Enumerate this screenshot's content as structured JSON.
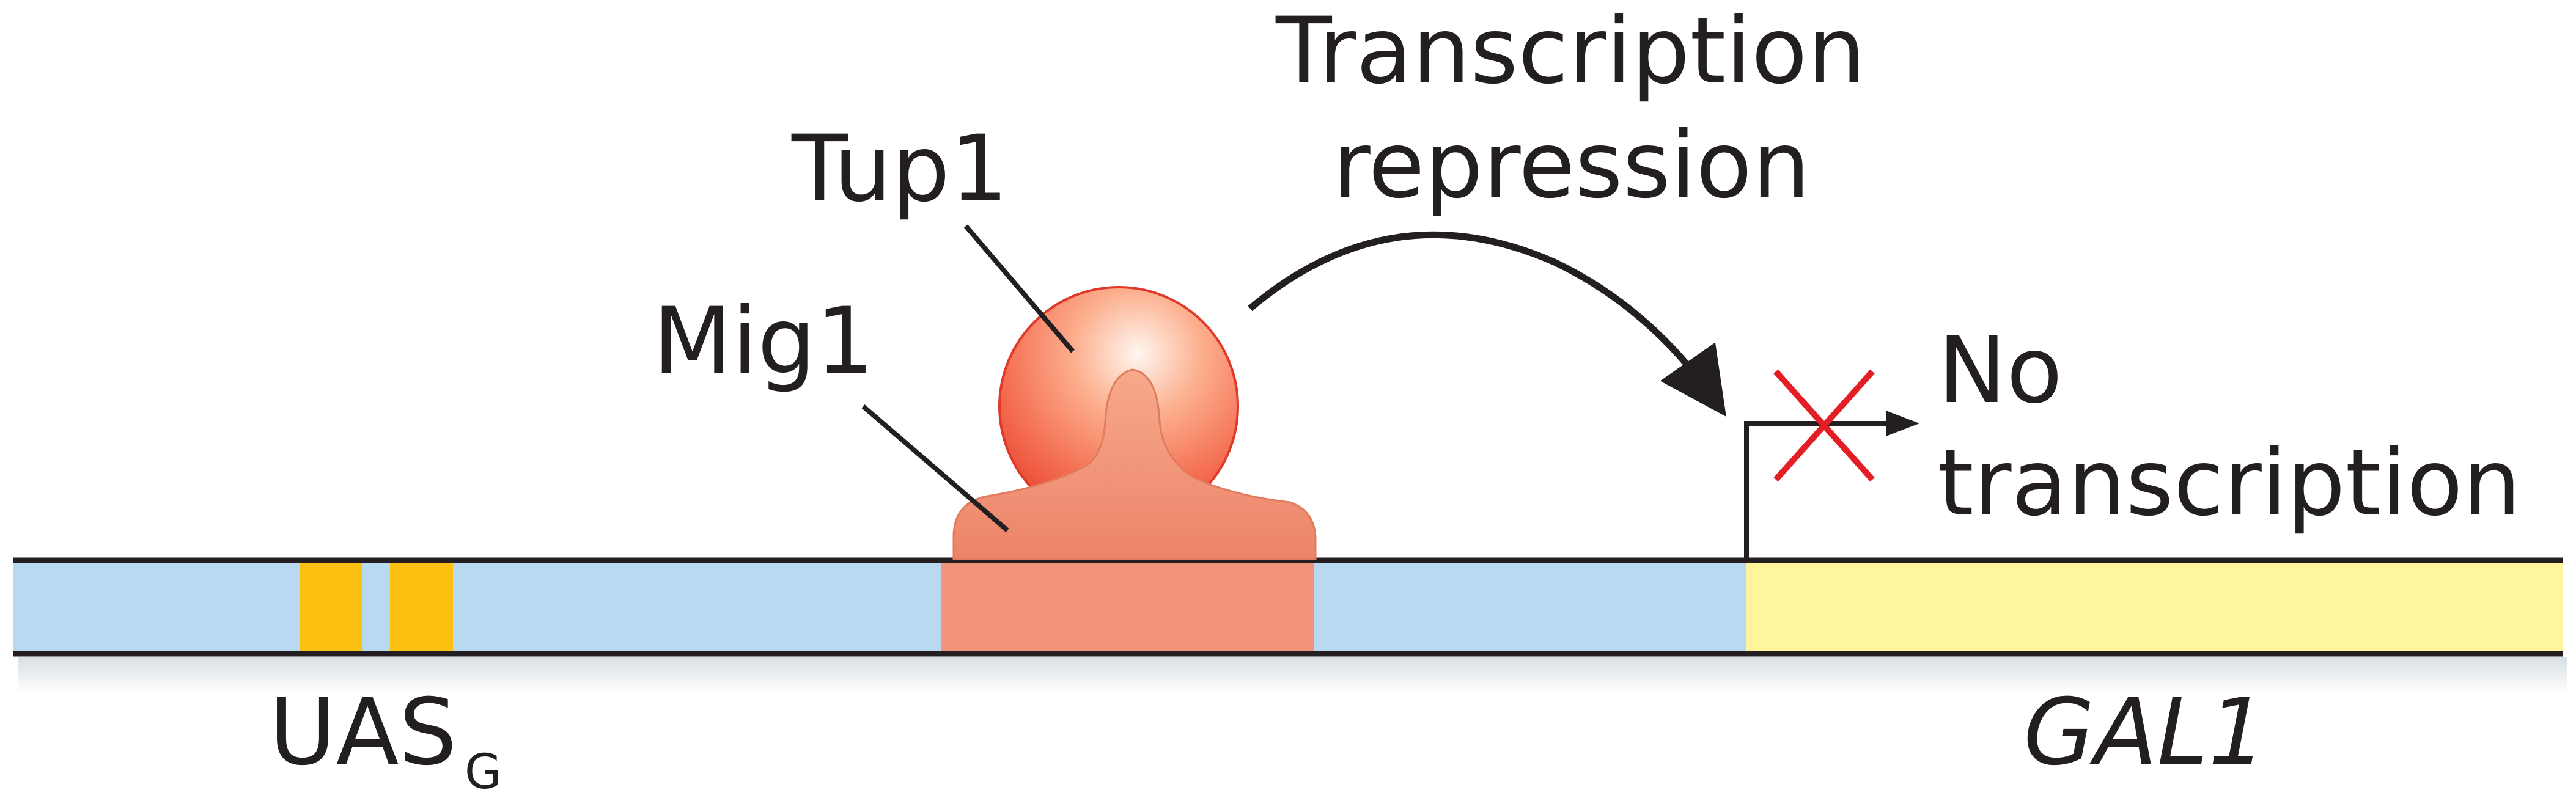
{
  "labels": {
    "transcription_line1": "Transcription",
    "transcription_line2": "repression",
    "tup1": "Tup1",
    "mig1": "Mig1",
    "no_line1": "No",
    "no_line2": "transcription",
    "uas_main": "UAS",
    "uas_sub": "G",
    "gene": "GAL1"
  },
  "colors": {
    "dna_blue": "#b8d9f0",
    "dna_yellow": "#fff59d",
    "uas_boxes": "#fbc010",
    "mig1_site": "#f29478",
    "mig1_protein": "#ef8a6f",
    "tup1_sphere": "#f05a45",
    "block_mark": "#e31e24",
    "line": "#231f20"
  },
  "icons": {
    "block": "red-x-icon",
    "arrow": "curved-arrow-icon"
  }
}
